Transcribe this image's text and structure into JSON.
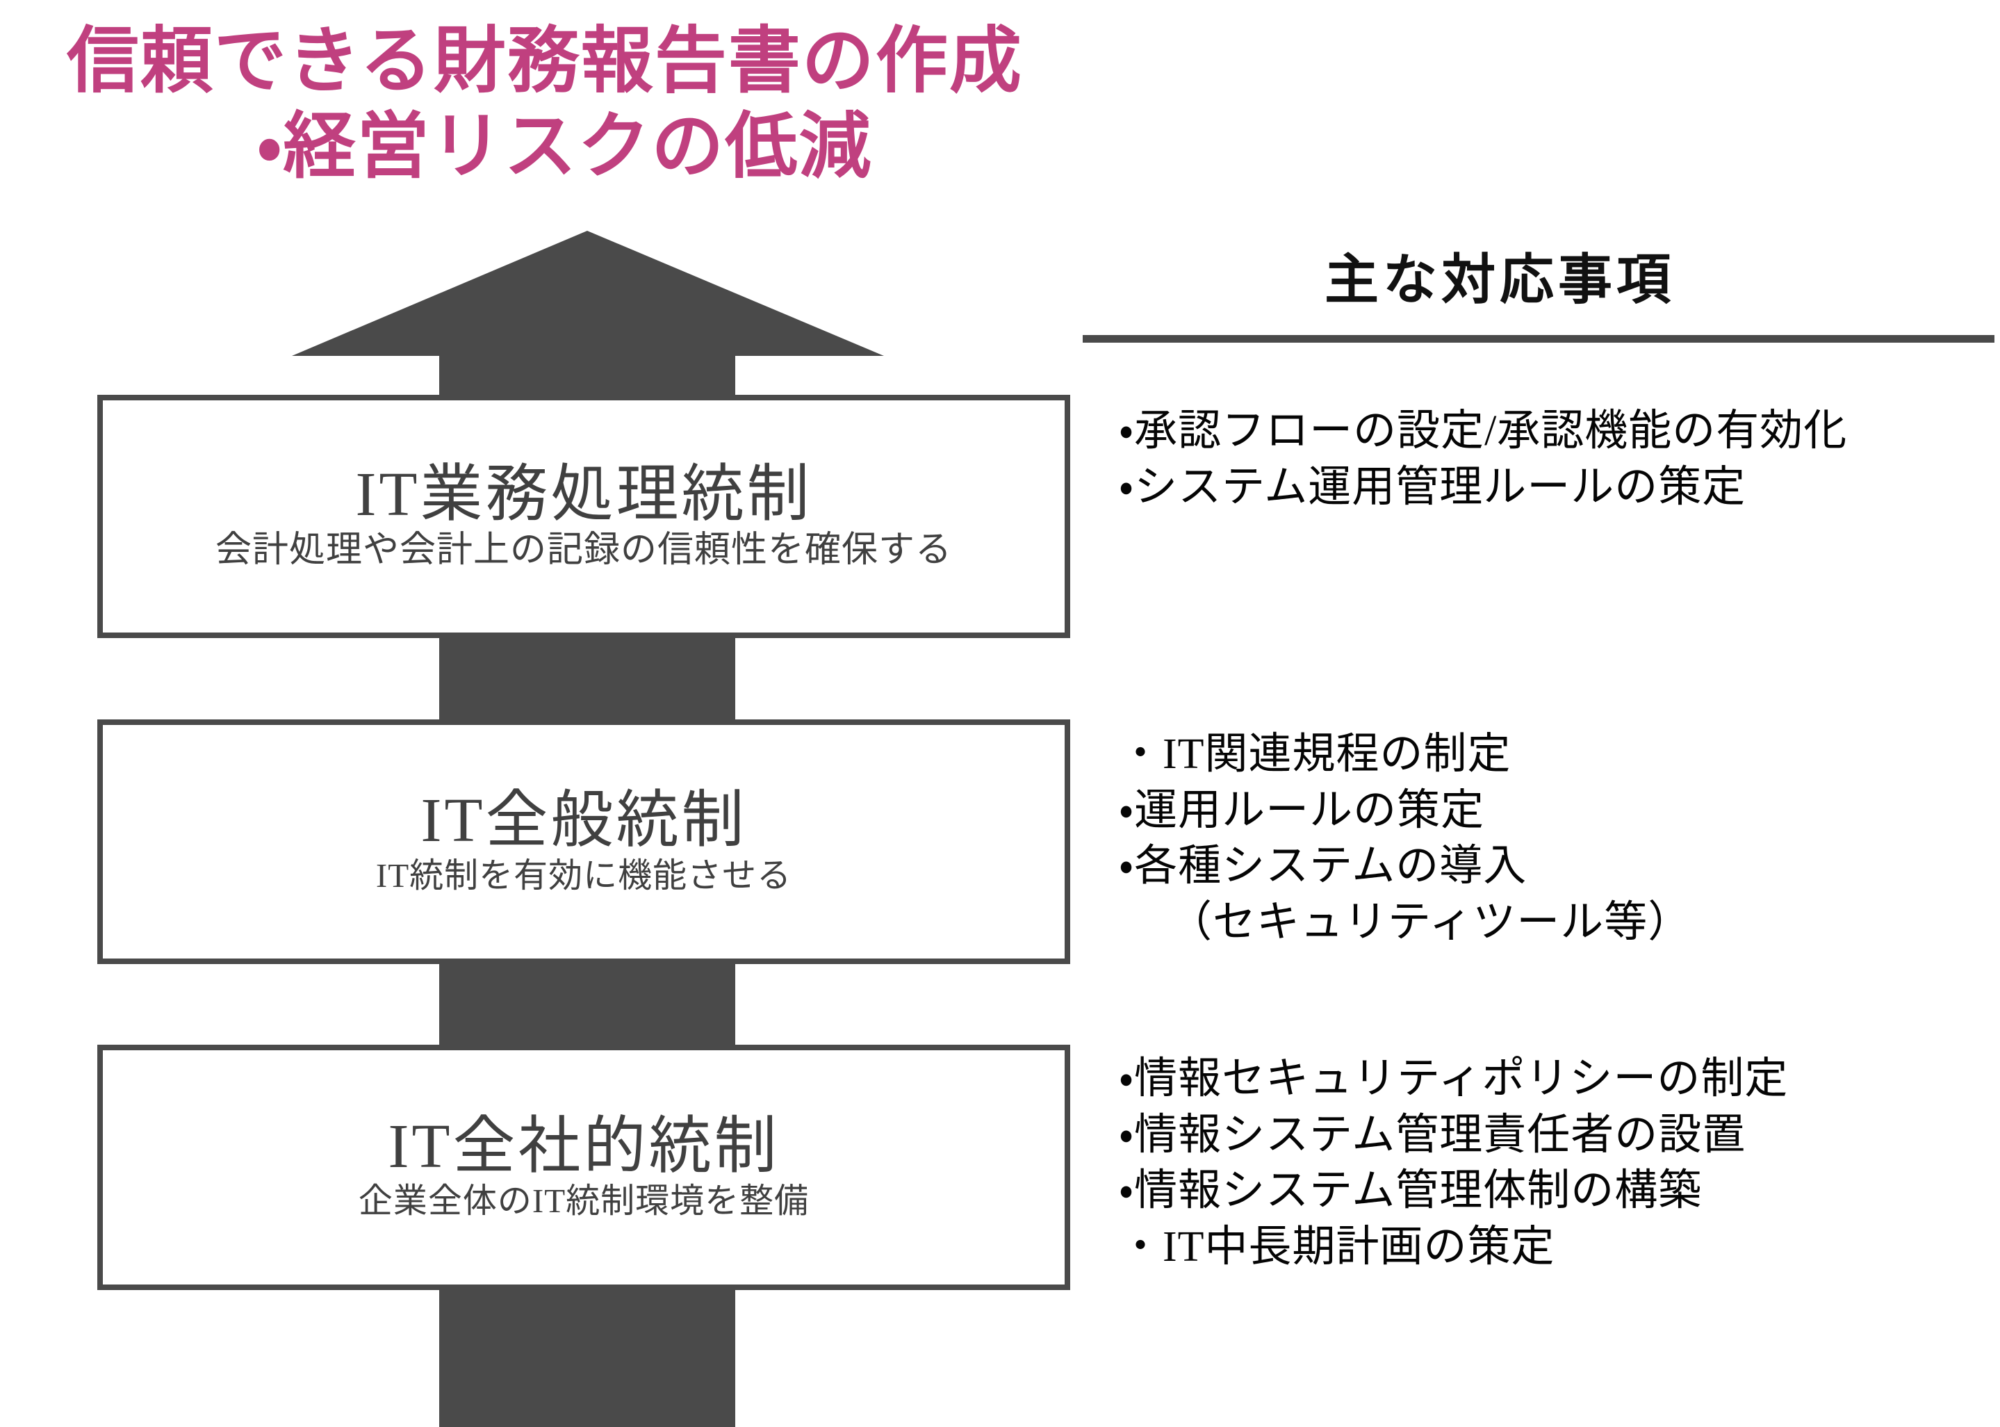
{
  "title": {
    "line1": "信頼できる財務報告書の作成",
    "line2": "・経営リスクの低減",
    "color": "#C0407F"
  },
  "arrow": {
    "name": "upward-block-arrow",
    "color": "#4A4A4A",
    "direction": "up"
  },
  "layers": [
    {
      "id": "it-application-control",
      "title": "IT業務処理統制",
      "subtitle": "会計処理や会計上の記録の信頼性を確保する"
    },
    {
      "id": "it-general-control",
      "title": "IT全般統制",
      "subtitle": "IT統制を有効に機能させる"
    },
    {
      "id": "it-company-level-control",
      "title": "IT全社的統制",
      "subtitle": "企業全体のIT統制環境を整備"
    }
  ],
  "right_column": {
    "heading": "主な対応事項",
    "groups": [
      {
        "for_layer": "IT業務処理統制",
        "items": [
          {
            "text": "・承認フローの設定/承認機能の有効化",
            "indent": false
          },
          {
            "text": "・システム運用管理ルールの策定",
            "indent": false
          }
        ]
      },
      {
        "for_layer": "IT全般統制",
        "items": [
          {
            "text": "・IT関連規程の制定",
            "indent": false
          },
          {
            "text": "・運用ルールの策定",
            "indent": false
          },
          {
            "text": "・各種システムの導入",
            "indent": false
          },
          {
            "text": "（セキュリティツール等）",
            "indent": true
          }
        ]
      },
      {
        "for_layer": "IT全社的統制",
        "items": [
          {
            "text": "・情報セキュリティポリシーの制定",
            "indent": false
          },
          {
            "text": "・情報システム管理責任者の設置",
            "indent": false
          },
          {
            "text": "・情報システム管理体制の構築",
            "indent": false
          },
          {
            "text": "・IT中長期計画の策定",
            "indent": false
          }
        ]
      }
    ]
  },
  "colors": {
    "accent": "#C0407F",
    "shape": "#4A4A4A",
    "text": "#404040",
    "bullet_text": "#050505",
    "background": "#FFFFFF"
  }
}
